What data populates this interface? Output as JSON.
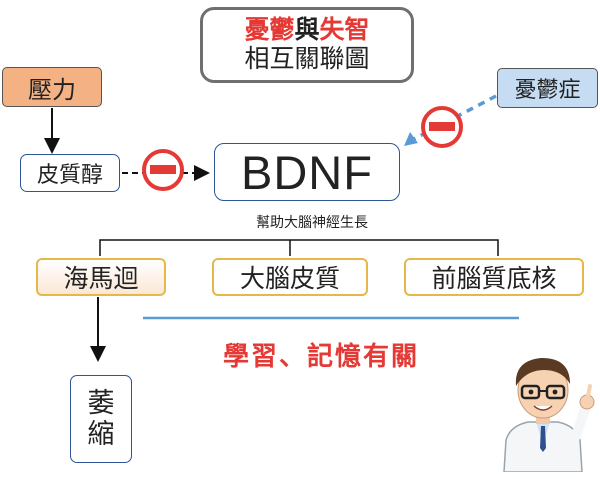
{
  "title": {
    "line1": [
      {
        "text": "憂鬱",
        "color": "#e53935"
      },
      {
        "text": "與",
        "color": "#222222"
      },
      {
        "text": "失智",
        "color": "#e53935"
      }
    ],
    "line2": "相互關聯圖"
  },
  "nodes": {
    "stress": "壓力",
    "cortisol": "皮質醇",
    "bdnf": "BDNF",
    "depression": "憂鬱症",
    "hippocampus": "海馬迴",
    "cortex": "大腦皮質",
    "prefrontal": "前腦質底核",
    "atrophy_1": "萎",
    "atrophy_2": "縮"
  },
  "labels": {
    "bdnf_function": "幫助大腦神經生長",
    "learning_memory": "學習、記憶有關"
  },
  "colors": {
    "accent_red": "#e53935",
    "stress_fill": "#f4b183",
    "depression_fill": "#c5dcf2",
    "box_border": "#2f5597",
    "region_border": "#e6b84a",
    "depression_arrow": "#5b9bd5"
  }
}
